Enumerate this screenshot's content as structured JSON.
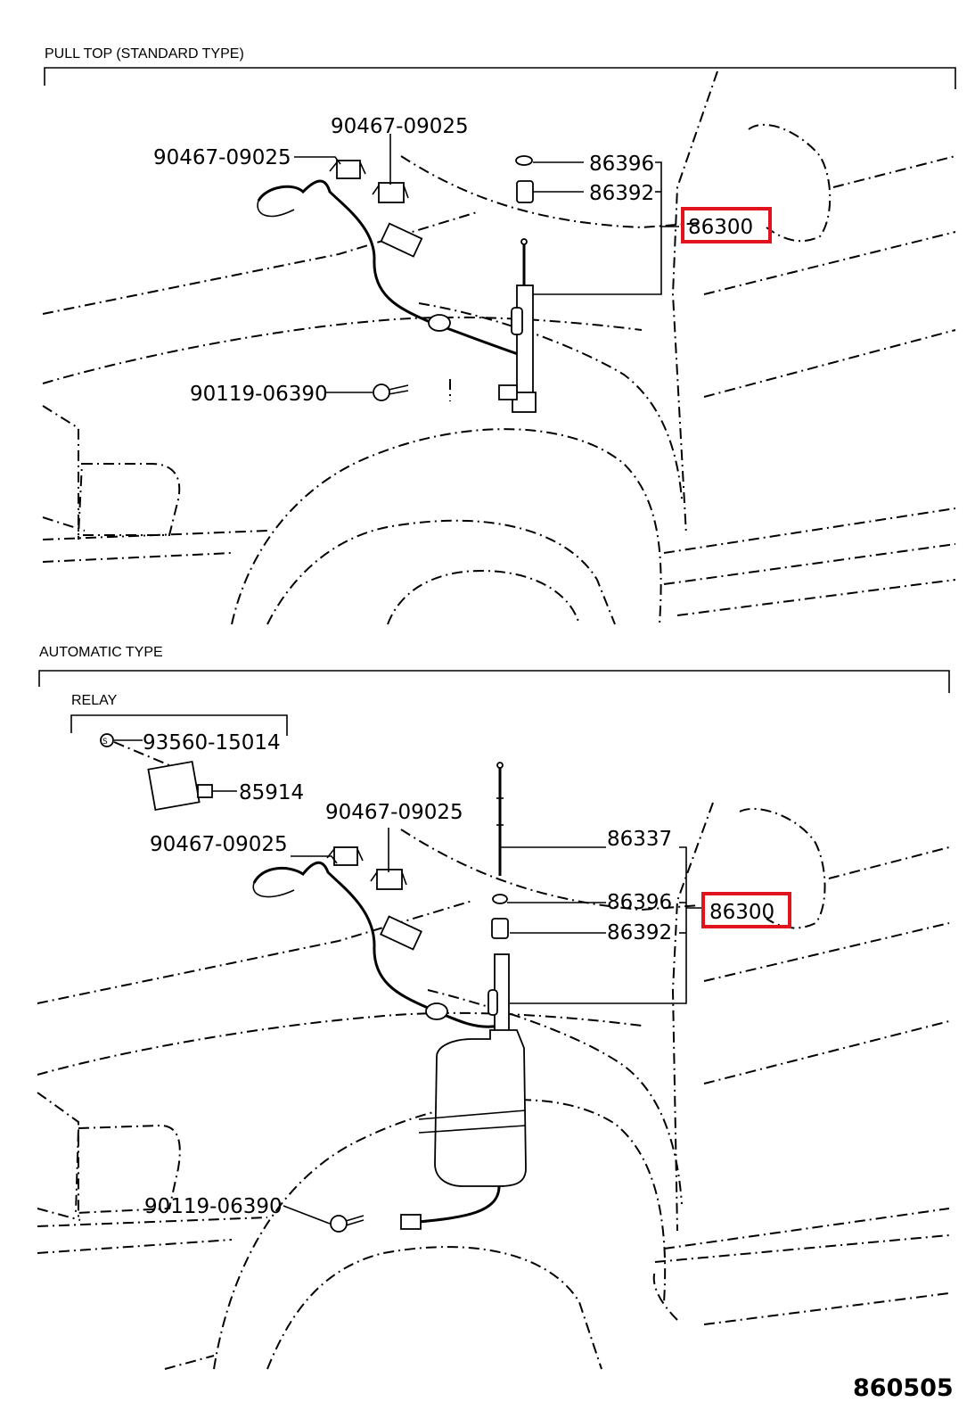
{
  "sections": [
    {
      "title": "PULL TOP (STANDARD TYPE)",
      "callouts": {
        "clamp_left": "90467-09025",
        "clamp_right": "90467-09025",
        "nut": "86396",
        "bezel": "86392",
        "antenna_assy": "86300",
        "screw": "90119-06390"
      }
    },
    {
      "title": "AUTOMATIC TYPE",
      "relay": {
        "title": "RELAY",
        "screw": "93560-15014",
        "relay": "85914"
      },
      "callouts": {
        "clamp_left": "90467-09025",
        "clamp_right": "90467-09025",
        "rod": "86337",
        "nut": "86396",
        "bezel": "86392",
        "antenna_assy": "86300",
        "screw": "90119-06390"
      }
    }
  ],
  "highlight": {
    "part_number": "86300",
    "color": "#e0141c"
  },
  "diagram_id": "860505"
}
